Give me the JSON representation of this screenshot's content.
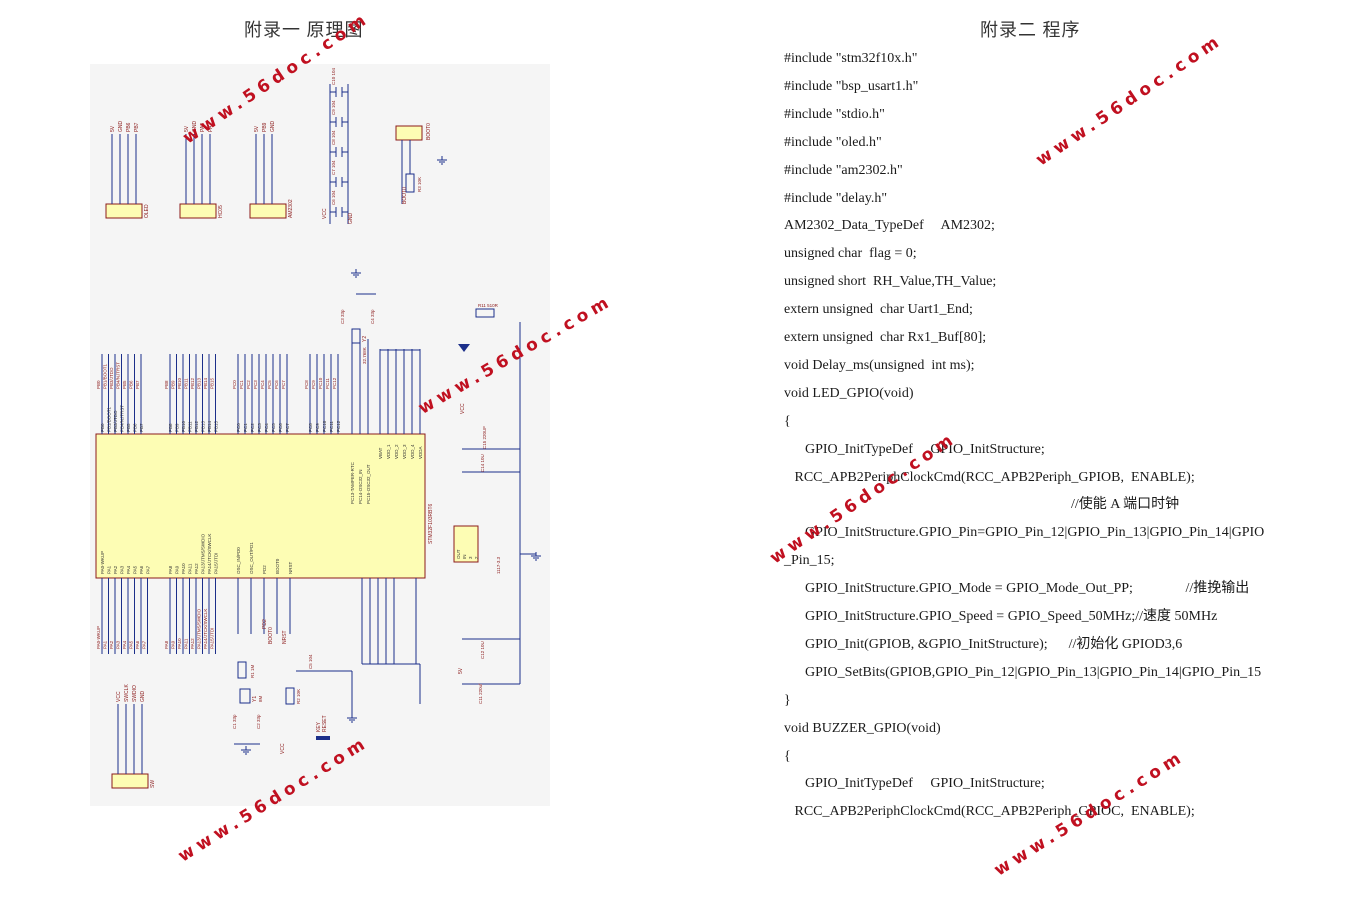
{
  "page": {
    "left_title": "附录一 原理图",
    "right_title": "附录二 程序"
  },
  "schematic": {
    "mcu_part": "STM32F103RBT6",
    "mcu_pins_left_top": [
      "PB0",
      "PB1/BOOT1",
      "PB3/JTDO",
      "PB4/NJTRST",
      "PB5",
      "PB6",
      "PB7"
    ],
    "mcu_pins_pb": [
      "PB8",
      "PB9",
      "PB10",
      "PB11",
      "PB12",
      "PB13",
      "PB14",
      "PB15"
    ],
    "mcu_pins_pc": [
      "PC0",
      "PC1",
      "PC2",
      "PC3",
      "PC4",
      "PC5",
      "PC6",
      "PC7"
    ],
    "mcu_pins_pc2": [
      "PC8",
      "PC9",
      "PC10",
      "PC11",
      "PC12"
    ],
    "mcu_pins_rtc": [
      "PC13-TAMPER-RTC",
      "PC14-OSC32_IN",
      "PC15-OSC32_OUT"
    ],
    "mcu_pins_vbat": [
      "VBAT",
      "VDD_1",
      "VDD_2",
      "VDD_3",
      "VDD_4",
      "VDDA"
    ],
    "mcu_pins_pa": [
      "PA0-WKUP",
      "PA1",
      "PA2",
      "PA3",
      "PA4",
      "PA5",
      "PA6",
      "PA7"
    ],
    "mcu_pins_pa2": [
      "PA8",
      "PA9",
      "PA10",
      "PA11",
      "PA12",
      "PA13/JTMS/SWDIO",
      "PA14/JTCK/SWCLK",
      "PA15/JTDI"
    ],
    "mcu_pins_osc": [
      "OSC_IN/PD0",
      "OSC_OUT/PD1",
      "PD2",
      "BOOT0",
      "NRST"
    ],
    "connectors": [
      {
        "name": "OLED",
        "pins": [
          "5V",
          "GND",
          "PB6",
          "PB7"
        ]
      },
      {
        "name": "HC05",
        "pins": [
          "5V",
          "GND",
          "PA2",
          "PA3"
        ]
      },
      {
        "name": "AM2302",
        "pins": [
          "5V",
          "PB9",
          "GND"
        ]
      },
      {
        "name": "SW",
        "pins": [
          "VCC",
          "SWCLK",
          "SWDIO",
          "GND"
        ]
      }
    ],
    "caps_top": [
      "C10 104",
      "C9 104",
      "C8 104",
      "C7 104",
      "C6 104"
    ],
    "boot": {
      "header": "BOOT0",
      "resistor": "R3 10K",
      "label": "BOOT0"
    },
    "crystal32": {
      "caps": [
        "C3 33p",
        "C4 33p"
      ],
      "crystal": "Y2",
      "freq": "32.768K"
    },
    "led": {
      "resistor": "R11 510R",
      "net": "VCC"
    },
    "caps_power": [
      "C15 220UF",
      "C14 10U",
      "C12 10U",
      "C11 220uf"
    ],
    "regulator": {
      "name": "AMS1117-3.3",
      "pins": [
        "OUT",
        "IN",
        "3",
        "2"
      ],
      "part": "1117-3.3"
    },
    "crystal8": {
      "resistor": "R1 1M",
      "crystal": "Y1",
      "freq": "8M",
      "caps": [
        "C1 33p",
        "C2 33p"
      ]
    },
    "reset": {
      "resistor": "R2 10K",
      "cap": "C5 104",
      "key": "KEY",
      "label": "RESET"
    },
    "net_labels": [
      "GND",
      "VCC",
      "5V",
      "PD2",
      "BOOT0",
      "NRST"
    ]
  },
  "code": [
    "#include \"stm32f10x.h\"",
    "#include \"bsp_usart1.h\"",
    "#include \"stdio.h\"",
    "#include \"oled.h\"",
    "#include \"am2302.h\"",
    "#include \"delay.h\"",
    "AM2302_Data_TypeDef     AM2302;",
    "unsigned char  flag = 0;",
    "unsigned short  RH_Value,TH_Value;",
    "extern unsigned  char Uart1_End;",
    "extern unsigned  char Rx1_Buf[80];",
    "void Delay_ms(unsigned  int ms);",
    "void LED_GPIO(void)",
    "{",
    "      GPIO_InitTypeDef     GPIO_InitStructure;",
    "   RCC_APB2PeriphClockCmd(RCC_APB2Periph_GPIOB,  ENABLE);",
    "                                                                                  //使能 A 端口时钟",
    "      GPIO_InitStructure.GPIO_Pin=GPIO_Pin_12|GPIO_Pin_13|GPIO_Pin_14|GPIO",
    "_Pin_15;",
    "      GPIO_InitStructure.GPIO_Mode = GPIO_Mode_Out_PP;               //推挽输出",
    "      GPIO_InitStructure.GPIO_Speed = GPIO_Speed_50MHz;//速度 50MHz",
    "      GPIO_Init(GPIOB, &GPIO_InitStructure);      //初始化 GPIOD3,6",
    "      GPIO_SetBits(GPIOB,GPIO_Pin_12|GPIO_Pin_13|GPIO_Pin_14|GPIO_Pin_15",
    "}",
    "void BUZZER_GPIO(void)",
    "{",
    "      GPIO_InitTypeDef     GPIO_InitStructure;",
    "   RCC_APB2PeriphClockCmd(RCC_APB2Periph_GPIOC,  ENABLE);"
  ],
  "watermark_text": "www.56doc.com",
  "colors": {
    "wire": "#1c2f8a",
    "label": "#8b1a1a",
    "chip": "#fdfdb4",
    "chip_border": "#8b1a1a",
    "watermark": "#c01020"
  }
}
